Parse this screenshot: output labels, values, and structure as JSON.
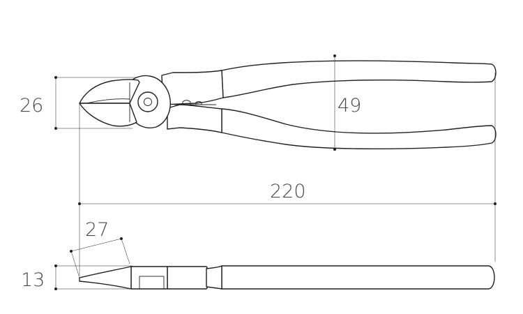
{
  "dimensions": {
    "jaw_width": "26",
    "handle_span": "49",
    "overall_length": "220",
    "head_angle_length": "27",
    "thickness": "13"
  },
  "colors": {
    "line": "#231f20",
    "label": "#4a4a4a",
    "background": "#ffffff"
  }
}
